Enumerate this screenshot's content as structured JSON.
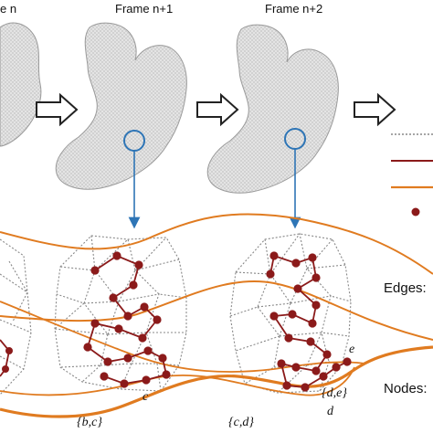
{
  "frames": {
    "first_partial": "e n",
    "second": "Frame n+1",
    "third": "Frame n+2"
  },
  "legend": {
    "dotted_color": "#888888",
    "maroon_color": "#8b1a1a",
    "orange_color": "#e07b20",
    "node_color": "#8b1a1a"
  },
  "side_labels": {
    "edges": "Edges:",
    "nodes": "Nodes:"
  },
  "node_labels": {
    "c": "c",
    "d": "d",
    "e": "e"
  },
  "edge_labels": {
    "bc": "{b,c}",
    "cd": "{c,d}",
    "de": "{d,e}"
  },
  "colors": {
    "mesh_fill": "#d9d9d9",
    "mesh_stroke": "#9a9a9a",
    "blue_marker": "#2e75b6",
    "arrow_outline": "#222222"
  }
}
